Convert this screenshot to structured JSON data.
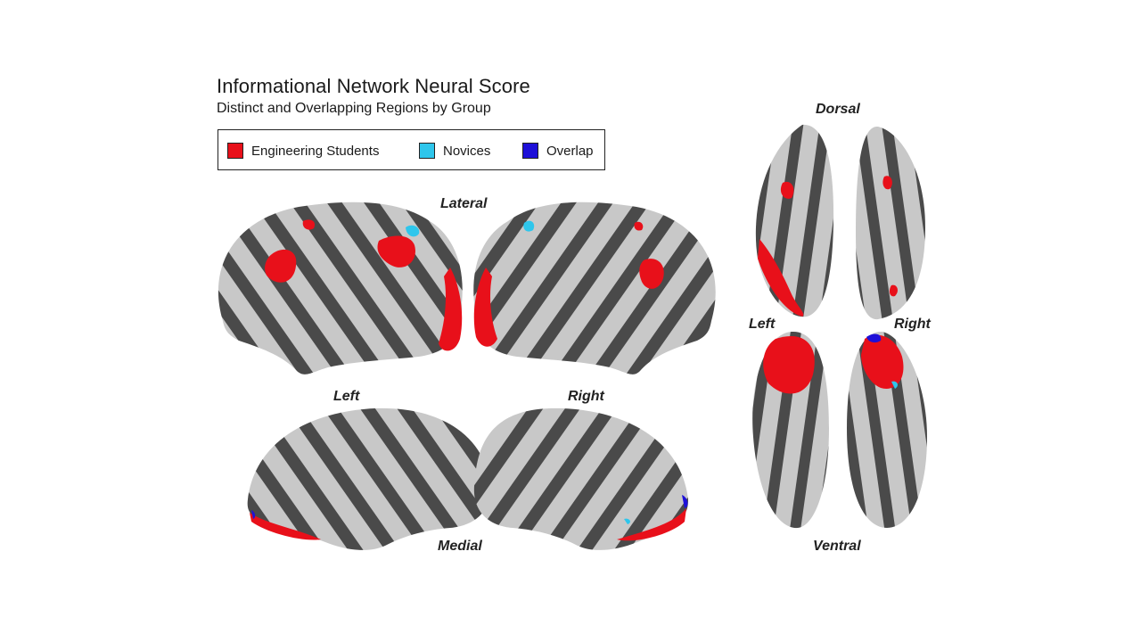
{
  "figure": {
    "title": "Informational Network Neural Score",
    "subtitle": "Distinct and Overlapping Regions by Group"
  },
  "legend": {
    "items": [
      {
        "label": "Engineering Students",
        "color": "#e8101a"
      },
      {
        "label": "Novices",
        "color": "#2ec6ec"
      },
      {
        "label": "Overlap",
        "color": "#1e10d8"
      }
    ]
  },
  "views": {
    "lateral": "Lateral",
    "medial": "Medial",
    "dorsal": "Dorsal",
    "ventral": "Ventral",
    "left_lateral": "Left",
    "right_lateral": "Right",
    "left_axial": "Left",
    "right_axial": "Right"
  },
  "colors": {
    "cortex_light": "#c8c8c8",
    "cortex_dark": "#4a4a4a"
  }
}
